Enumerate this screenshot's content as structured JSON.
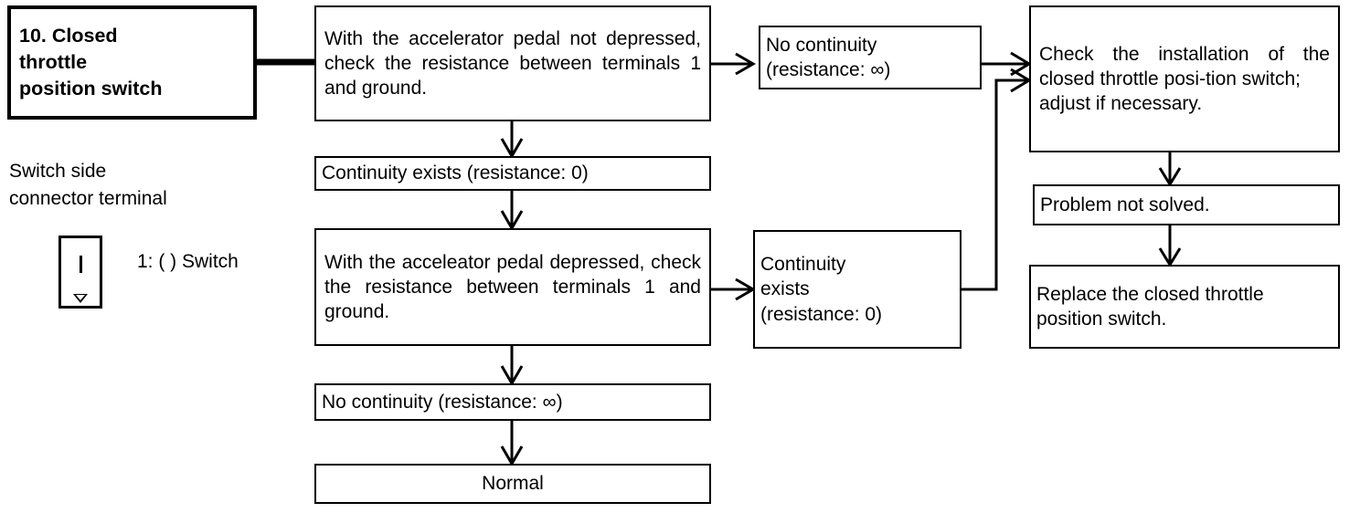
{
  "diagram": {
    "title_box": {
      "label": "10. Closed\n    throttle\n    position switch"
    },
    "legend": {
      "caption": "Switch side\nconnector terminal",
      "terminal_label": "1: ( ) Switch",
      "connector_icon": "connector-terminal-icon"
    },
    "nodes": [
      {
        "id": "check-not-depressed",
        "label": "With the accelerator pedal not depressed, check the resistance between terminals 1 and ground."
      },
      {
        "id": "no-continuity-inf-top",
        "label": "No continuity\n(resistance: ∞)"
      },
      {
        "id": "check-installation",
        "label": "Check the installation of the closed throttle posi-tion switch;\nadjust if necessary."
      },
      {
        "id": "continuity-exists-zero",
        "label": "Continuity exists (resistance: 0)"
      },
      {
        "id": "problem-not-solved",
        "label": "Problem not solved."
      },
      {
        "id": "check-depressed",
        "label": "With the acceleator pedal depressed, check the resistance between terminals 1 and ground."
      },
      {
        "id": "continuity-exists-zero-right",
        "label": "Continuity\nexists\n(resistance: 0)"
      },
      {
        "id": "replace-switch",
        "label": "Replace the closed throttle position switch."
      },
      {
        "id": "no-continuity-inf-bottom",
        "label": "No continuity (resistance: ∞)"
      },
      {
        "id": "normal",
        "label": "Normal"
      }
    ],
    "colors": {
      "stroke": "#000000",
      "background": "#ffffff"
    }
  }
}
